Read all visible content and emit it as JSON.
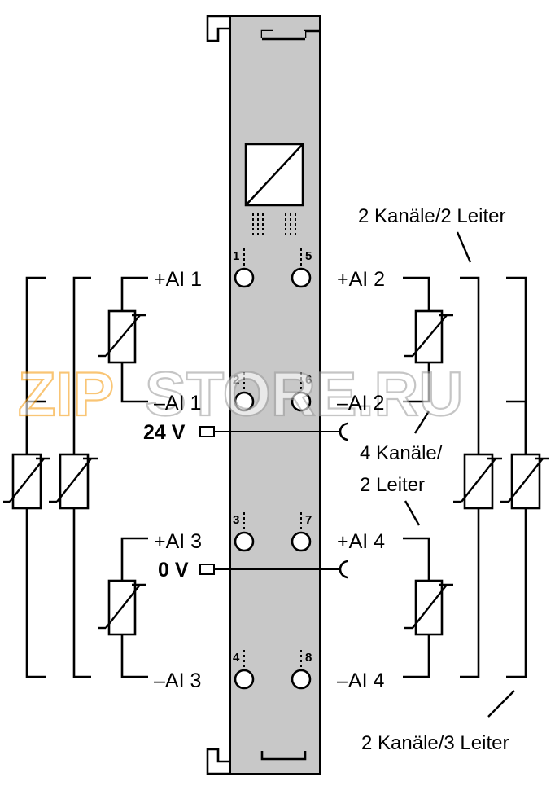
{
  "terminals": {
    "t1": "+AI 1",
    "t2": "–AI 1",
    "t3": "+AI 3",
    "t4": "–AI 3",
    "t5": "+AI 2",
    "t6": "–AI 2",
    "t7": "+AI 4",
    "t8": "–AI 4"
  },
  "pin_numbers": [
    "1",
    "2",
    "3",
    "4",
    "5",
    "6",
    "7",
    "8"
  ],
  "power": {
    "supply": "24 V",
    "ground": "0 V"
  },
  "notes": {
    "two_channel_two_wire": "2 Kanäle/2 Leiter",
    "four_channel_line1": "4 Kanäle/",
    "four_channel_line2": "2 Leiter",
    "two_channel_three_wire": "2 Kanäle/3 Leiter"
  },
  "watermark": {
    "part1": "ZIP",
    "part2": "STORE.RU"
  },
  "colors": {
    "module_fill": "#c8c8c8",
    "line": "#000000",
    "watermark_orange": "#f6a01a",
    "watermark_gray": "#a0a0a0"
  }
}
